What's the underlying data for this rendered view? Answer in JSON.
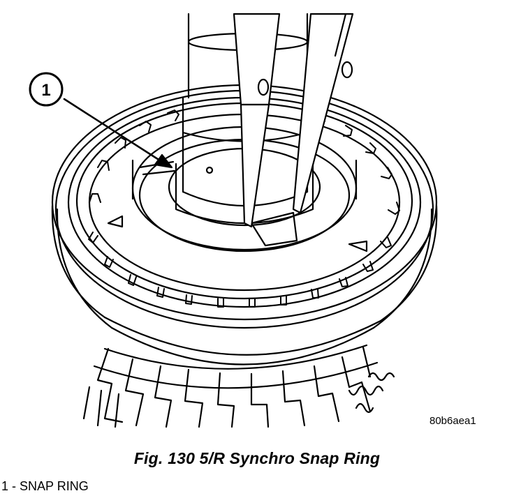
{
  "figure": {
    "callout_number": "1",
    "image_code": "80b6aea1"
  },
  "caption": "Fig. 130 5/R Synchro Snap Ring",
  "legend": [
    {
      "number": "1",
      "label": "1 - SNAP RING"
    }
  ]
}
